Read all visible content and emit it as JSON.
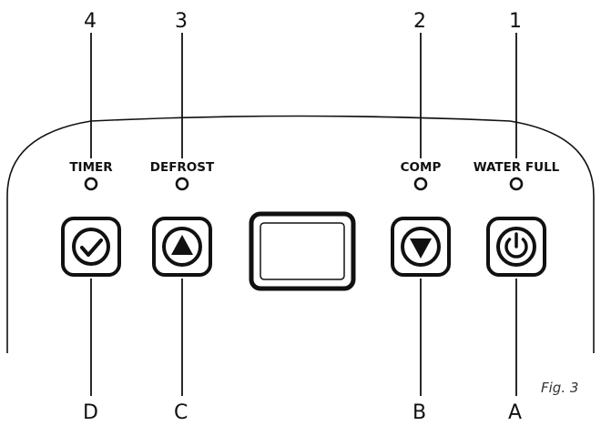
{
  "indicators": {
    "timer": "TIMER",
    "defrost": "DEFROST",
    "comp": "COMP",
    "water_full": "WATER FULL"
  },
  "callouts_top": [
    "4",
    "3",
    "2",
    "1"
  ],
  "callouts_bottom": [
    "D",
    "C",
    "B",
    "A"
  ],
  "buttons": {
    "timer_icon": "timer-check-icon",
    "up_icon": "triangle-up-icon",
    "down_icon": "triangle-down-icon",
    "power_icon": "power-icon"
  },
  "caption": "Fig. 3",
  "colors": {
    "stroke": "#111111",
    "panel": "#ffffff"
  }
}
